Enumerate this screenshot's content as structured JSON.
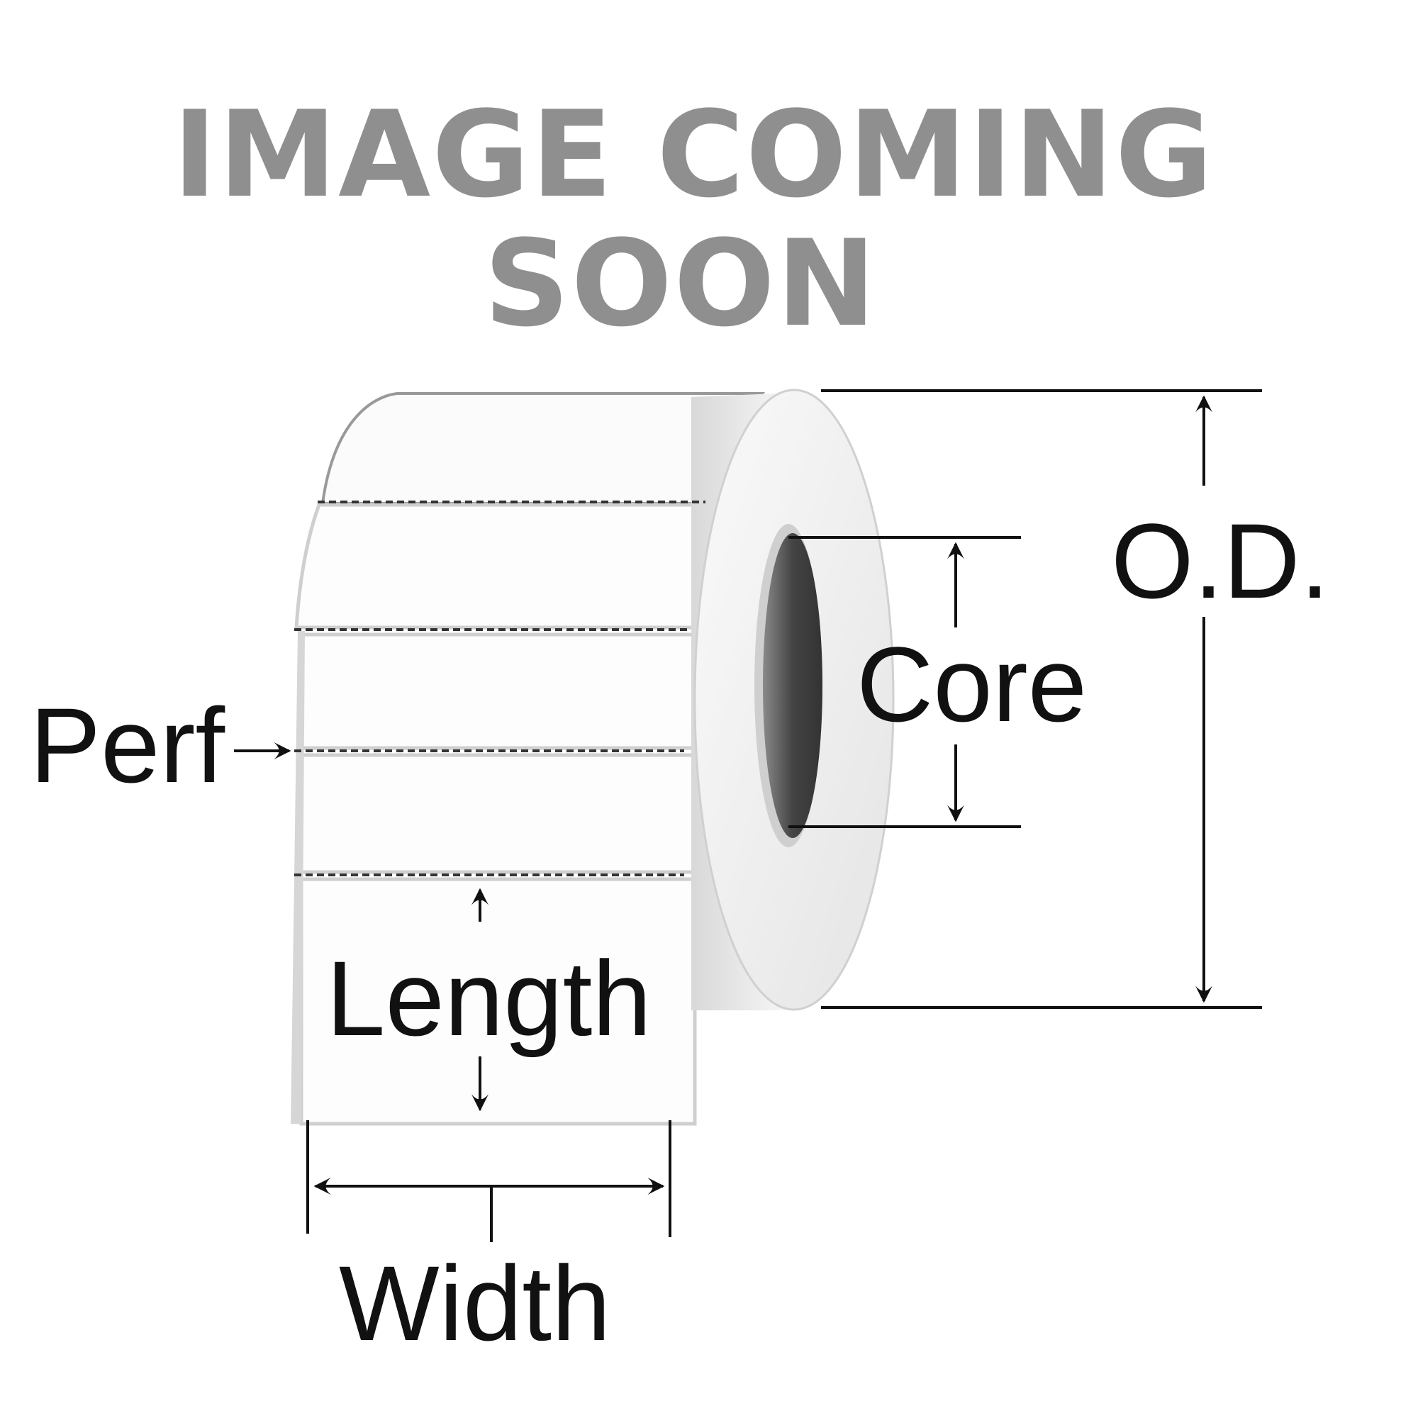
{
  "banner": {
    "line1": "IMAGE COMING",
    "line2": "SOON",
    "color": "#8f8f8f"
  },
  "diagram": {
    "subject": "label roll",
    "labels": {
      "perf": "Perf",
      "core": "Core",
      "od": "O.D.",
      "length": "Length",
      "width": "Width"
    },
    "colors": {
      "ink": "#111111",
      "roll": "#f2f2f2",
      "core_hole": "#555555"
    }
  }
}
